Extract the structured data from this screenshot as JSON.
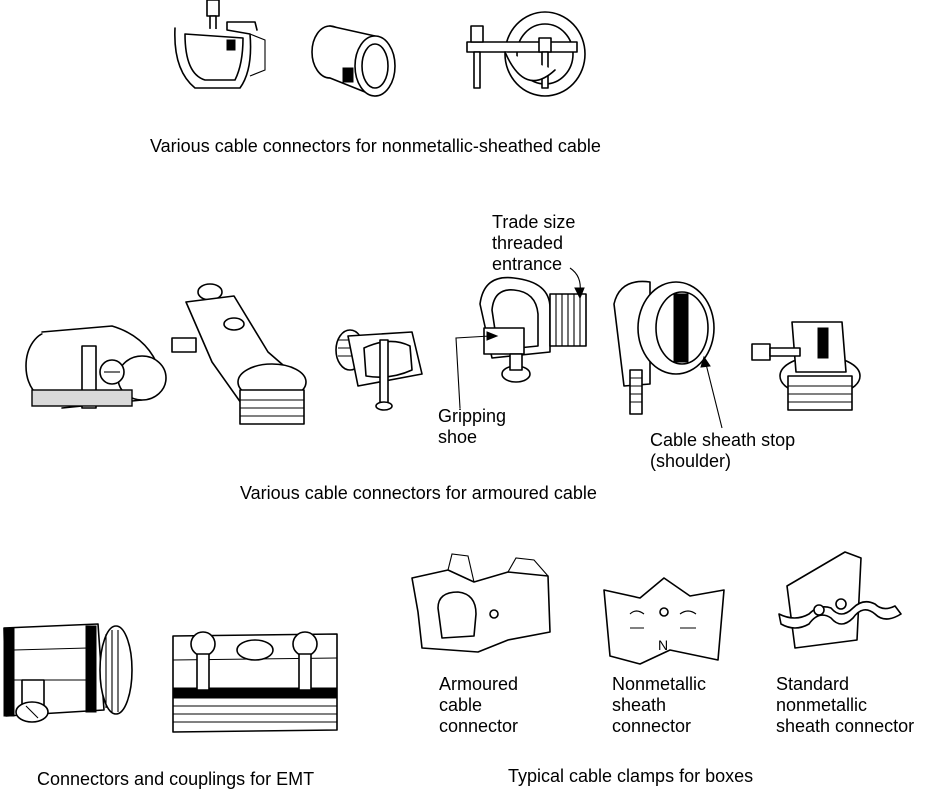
{
  "captions": {
    "nm_cable": "Various cable connectors for nonmetallic-sheathed cable",
    "armoured": "Various cable connectors for armoured cable",
    "emt": "Connectors and couplings for EMT",
    "clamps": "Typical cable clamps for boxes"
  },
  "callouts": {
    "trade_size": "Trade size\nthreaded\nentrance",
    "gripping_shoe": "Gripping\nshoe",
    "sheath_stop": "Cable sheath stop\n(shoulder)"
  },
  "clamp_labels": {
    "armoured": "Armoured\ncable\nconnector",
    "nonmetallic": "Nonmetallic\nsheath\nconnector",
    "standard": "Standard\nnonmetallic\nsheath connector"
  },
  "stamp_letter": "N"
}
